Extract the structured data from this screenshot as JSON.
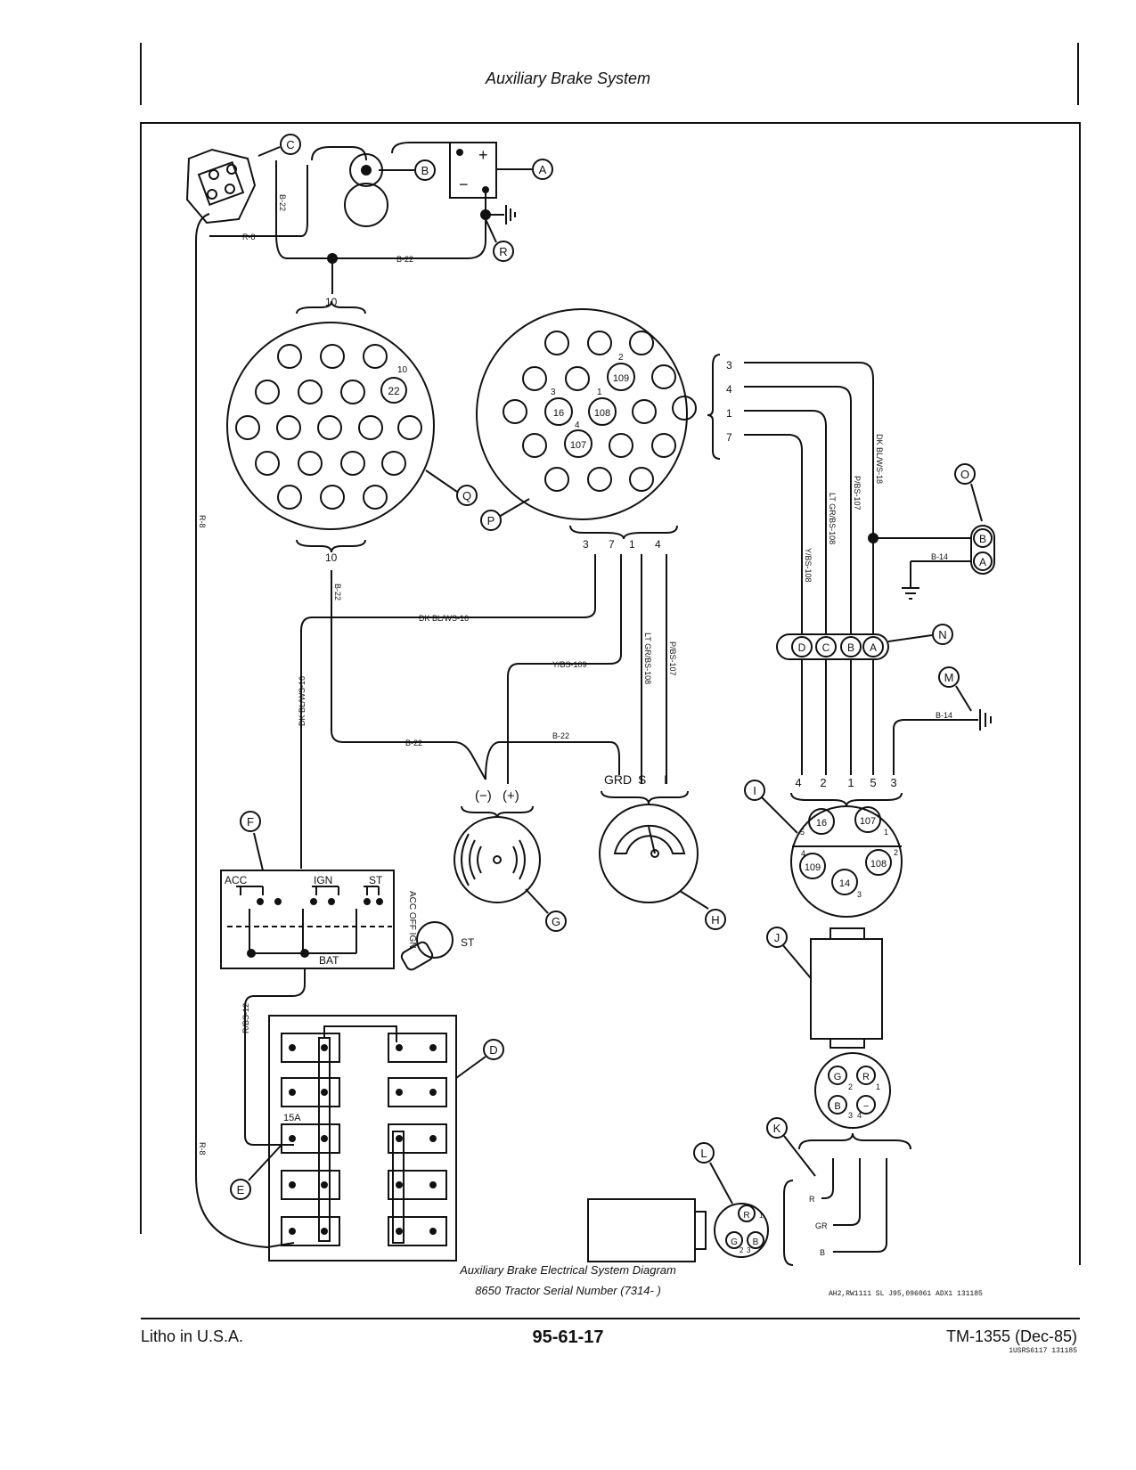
{
  "header": {
    "title": "Auxiliary Brake System"
  },
  "caption": {
    "line1": "Auxiliary Brake Electrical System Diagram",
    "line2": "8650 Tractor Serial Number (7314-       )",
    "ref_code": "AH2,RW1111  SL  J95,096061  ADX1  131185"
  },
  "footer": {
    "left": "Litho in U.S.A.",
    "center": "95-61-17",
    "right": "TM-1355 (Dec-85)",
    "right_small": "1USRS6117  131185"
  },
  "callouts": [
    "A",
    "B",
    "C",
    "D",
    "E",
    "F",
    "G",
    "H",
    "I",
    "J",
    "K",
    "L",
    "M",
    "N",
    "O",
    "P",
    "Q",
    "R"
  ],
  "wire_labels": {
    "b22": "B-22",
    "r8": "R-8",
    "b14": "B-14",
    "dk_blws16": "DK BL/WS-16",
    "dk_blws18": "DK BL/WS-18",
    "ybs109": "Y/BS-109",
    "ybs108": "Y/BS-108",
    "ltgrbs108": "LT GR/BS-108",
    "pbs107": "P/BS-107",
    "rbs12": "R/BS-12",
    "r": "R",
    "gr": "GR",
    "b": "B"
  },
  "connector_q": {
    "top_count": "10",
    "bottom_count": "10",
    "pin_num": "10",
    "pin_label": "22"
  },
  "connector_p": {
    "pins": [
      "109",
      "16",
      "108",
      "107"
    ],
    "pin_nums": [
      "2",
      "3",
      "1",
      "4"
    ],
    "side_numbers": [
      "3",
      "4",
      "1",
      "7"
    ],
    "bottom_numbers": [
      "3",
      "7",
      "1",
      "4"
    ]
  },
  "connector_n": [
    "D",
    "C",
    "B",
    "A"
  ],
  "connector_o": [
    "B",
    "A"
  ],
  "connector_i": {
    "top_numbers": [
      "4",
      "2",
      "1",
      "5",
      "3"
    ],
    "pins": [
      "16",
      "107",
      "109",
      "108",
      "14"
    ],
    "pin_nums": [
      "5",
      "1",
      "4",
      "2",
      "3"
    ]
  },
  "horn": {
    "neg": "(−)",
    "pos": "(+)"
  },
  "gauge": {
    "grd": "GRD",
    "s": "S",
    "i": "I"
  },
  "switch": {
    "acc": "ACC",
    "ign": "IGN",
    "st": "ST",
    "bat": "BAT",
    "key_st": "ST",
    "key_positions": "ACC OFF IGN"
  },
  "fuse_e": "15A",
  "connector_k": [
    "G",
    "R",
    "B",
    "−"
  ],
  "connector_k_nums": [
    "2",
    "1",
    "3",
    "4"
  ],
  "connector_l": [
    "R",
    "G",
    "B"
  ],
  "connector_l_nums": [
    "1",
    "2",
    "3"
  ],
  "battery": {
    "plus": "+",
    "minus": "−"
  }
}
